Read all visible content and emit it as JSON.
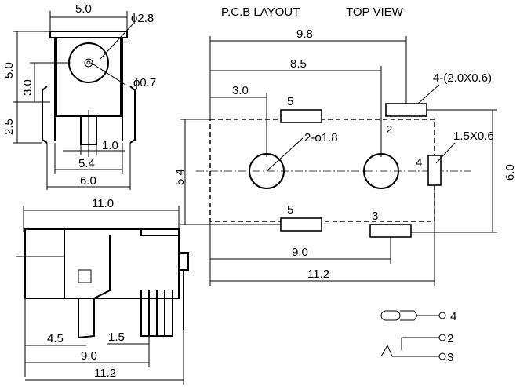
{
  "headings": {
    "pcb_layout": "P.C.B LAYOUT",
    "top_view": "TOP VIEW"
  },
  "front_view": {
    "width": "5.0",
    "hole_dia": "ϕ2.8",
    "pin_dia": "ϕ0.7",
    "height": "5.0",
    "pin_height": "3.0",
    "base_height": "2.5",
    "pin_width": "1.0",
    "inner_width": "5.4",
    "outer_width": "6.0"
  },
  "side_view": {
    "length": "11.0",
    "dim_a": "4.5",
    "dim_b": "1.5",
    "dim_c": "9.0",
    "dim_d": "11.2"
  },
  "pcb": {
    "w_total": "9.8",
    "w_mid": "8.5",
    "w_left": "3.0",
    "slot_spec": "4-(2.0X0.6)",
    "hole_spec": "2-ϕ1.8",
    "pad4_spec": "1.5X0.6",
    "height_left": "5.4",
    "height_right": "6.0",
    "bottom_a": "9.0",
    "bottom_b": "11.2",
    "pin_labels": {
      "p5_top": "5",
      "p2": "2",
      "p4": "4",
      "p5_bottom": "5",
      "p3": "3"
    }
  },
  "schematic": {
    "labels": [
      "4",
      "2",
      "3"
    ]
  }
}
